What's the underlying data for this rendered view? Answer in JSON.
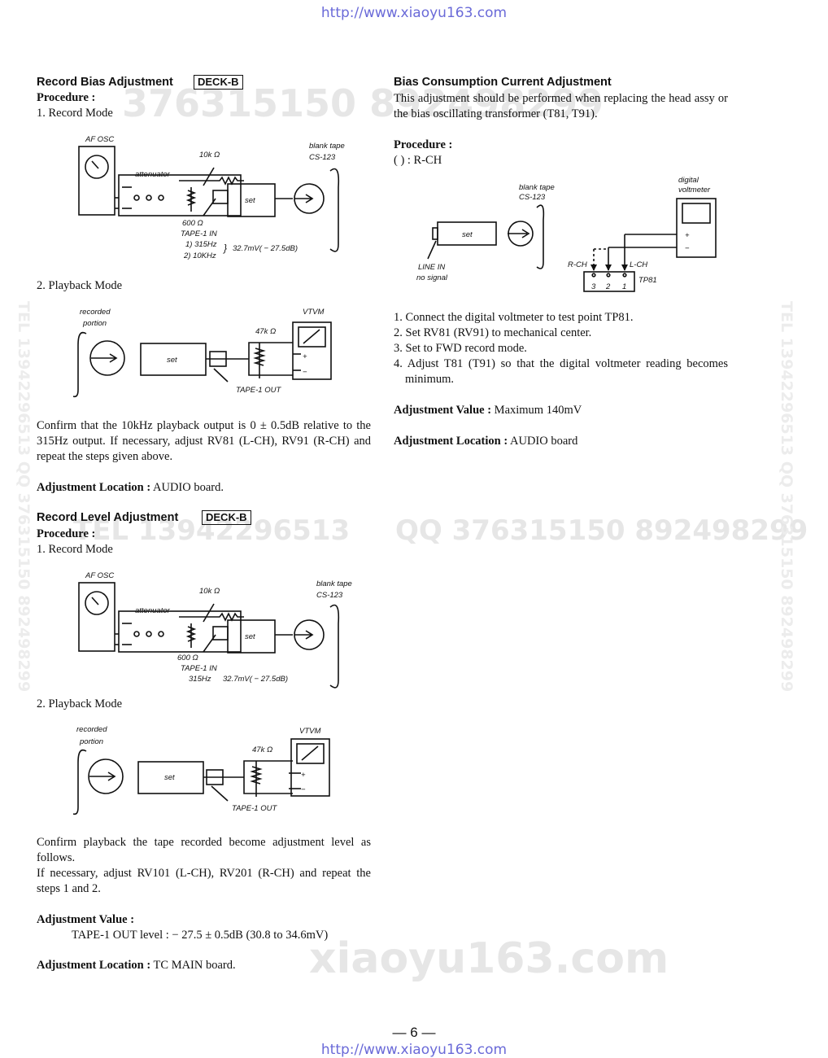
{
  "header_url": "http://www.xiaoyu163.com",
  "footer_url": "http://www.xiaoyu163.com",
  "page_number": "— 6 —",
  "watermarks": {
    "top": "376315150   892498299",
    "mid_left": "TEL 13942296513",
    "mid_right": "QQ 376315150 892498299",
    "bottom": "xiaoyu163.com",
    "vertical": "TEL 13942296513  QQ 376315150  892498299"
  },
  "left": {
    "bias": {
      "title": "Record Bias Adjustment",
      "badge": "DECK-B",
      "procedure": "Procedure :",
      "record_mode": "1. Record Mode",
      "playback_mode": "2. Playback Mode",
      "note": "Confirm that the 10kHz playback output is 0 ± 0.5dB relative to the 315Hz output. If necessary, adjust RV81 (L-CH), RV91 (R-CH) and repeat the steps given above.",
      "location_label": "Adjustment Location :",
      "location_value": " AUDIO board."
    },
    "level": {
      "title": "Record Level Adjustment",
      "badge": "DECK-B",
      "procedure": "Procedure :",
      "record_mode": "1. Record Mode",
      "playback_mode": "2. Playback Mode",
      "note1": "Confirm playback the tape recorded become adjustment level as follows.",
      "note2": "If necessary, adjust RV101 (L-CH), RV201 (R-CH) and repeat the steps 1 and 2.",
      "value_label": "Adjustment Value :",
      "value_text": "TAPE-1 OUT level : − 27.5 ± 0.5dB (30.8 to 34.6mV)",
      "location_label": "Adjustment  Location :",
      "location_value": " TC MAIN board."
    }
  },
  "right": {
    "title": "Bias Consumption Current Adjustment",
    "intro": "This adjustment should be performed when replacing the head assy or the bias oscillating transformer (T81, T91).",
    "procedure": "Procedure :",
    "rch_note": "( ) : R-CH",
    "steps": [
      "1. Connect the digital voltmeter to test point TP81.",
      "2. Set RV81 (RV91) to mechanical center.",
      "3. Set to FWD record mode.",
      "4. Adjust T81 (T91) so that the digital voltmeter reading becomes minimum."
    ],
    "value_label": "Adjustment Value :",
    "value_text": " Maximum 140mV",
    "location_label": "Adjustment Location  :",
    "location_value": " AUDIO board"
  },
  "diagrams": {
    "bias_record": {
      "af_osc": "AF OSC",
      "resistor": "10k Ω",
      "attenuator": "attenuator",
      "blank_tape": "blank tape",
      "cassette": "CS-123",
      "set": "set",
      "impedance": "600 Ω",
      "tape_in": "TAPE-1 IN",
      "freq1": "1) 315Hz",
      "freq2": "2) 10KHz",
      "level": "32.7mV( − 27.5dB)"
    },
    "bias_playback": {
      "recorded": "recorded",
      "portion": "portion",
      "vtvm": "VTVM",
      "resistor": "47k Ω",
      "set": "set",
      "tape_out": "TAPE-1 OUT",
      "plus": "+",
      "minus": "−"
    },
    "level_record": {
      "af_osc": "AF OSC",
      "resistor": "10k Ω",
      "attenuator": "attenuator",
      "blank_tape": "blank tape",
      "cassette": "CS-123",
      "set": "set",
      "impedance": "600 Ω",
      "tape_in": "TAPE-1 IN",
      "freq": "315Hz",
      "level": "32.7mV( − 27.5dB)"
    },
    "level_playback": {
      "recorded": "recorded",
      "portion": "portion",
      "vtvm": "VTVM",
      "resistor": "47k Ω",
      "set": "set",
      "tape_out": "TAPE-1 OUT",
      "plus": "+",
      "minus": "−"
    },
    "bias_current": {
      "blank_tape": "blank tape",
      "cassette": "CS-123",
      "set": "set",
      "line_in": "LINE IN",
      "no_signal": "no signal",
      "dvm1": "digital",
      "dvm2": "voltmeter",
      "rch": "R-CH",
      "lch": "L-CH",
      "tp": "TP81",
      "pins": [
        "3",
        "2",
        "1"
      ],
      "plus": "+",
      "minus": "−"
    }
  }
}
